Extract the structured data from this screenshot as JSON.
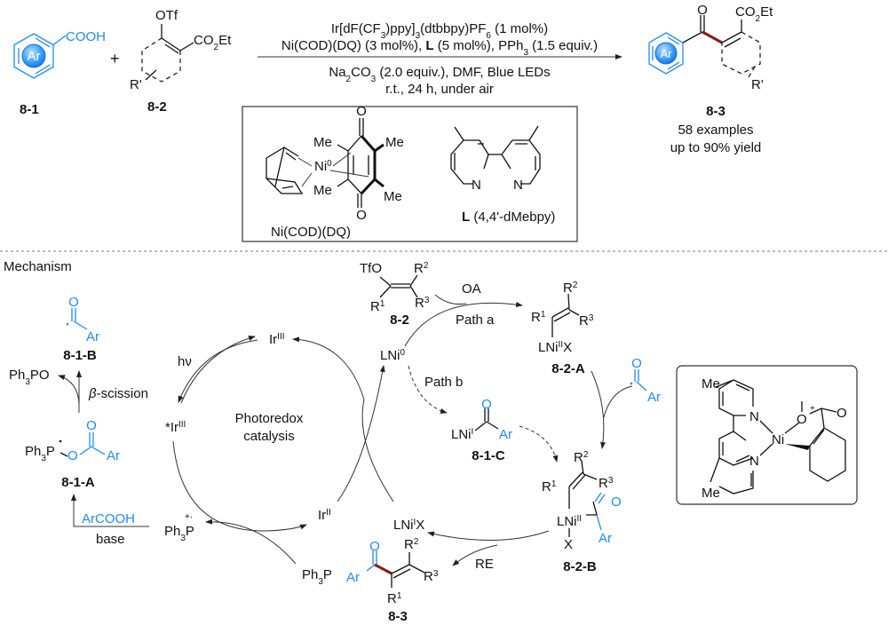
{
  "colors": {
    "accent": "#1a8cff",
    "new_bond": "#8b1a1a"
  },
  "top": {
    "r1": {
      "ar": "Ar",
      "group": "COOH",
      "label": "8-1"
    },
    "plus": "+",
    "r2": {
      "otf": "OTf",
      "co": "CO",
      "two": "2",
      "et": "Et",
      "rprime": "R'",
      "label": "8-2"
    },
    "cond": {
      "l1": [
        "Ir[dF(CF",
        "3",
        ")ppy]",
        "3",
        "(dtbbpy)PF",
        "6",
        " (1 mol%)"
      ],
      "l2": [
        "Ni(COD)(DQ) (3 mol%), ",
        "L",
        " (5 mol%), PPh",
        "3",
        " (1.5 equiv.)"
      ],
      "l3": [
        "Na",
        "2",
        "CO",
        "3",
        " (2.0 equiv.), DMF, Blue LEDs"
      ],
      "l4": "r.t., 24 h, under air"
    },
    "box": {
      "me": "Me",
      "ni": "Ni",
      "ni_ox": "0",
      "o": "O",
      "cat_label": "Ni(COD)(DQ)",
      "n": "N",
      "lig_bold": "L",
      "lig_rest": " (4,4'-dMebpy)"
    },
    "product": {
      "o": "O",
      "co": "CO",
      "two": "2",
      "et": "Et",
      "ar": "Ar",
      "rprime": "R'",
      "label": "8-3",
      "examples": "58 examples",
      "yield": "up to 90% yield"
    }
  },
  "mech": {
    "title": "Mechanism",
    "b1b": {
      "o": "O",
      "ar": "Ar",
      "label": "8-1-B"
    },
    "ph3po": [
      "Ph",
      "3",
      "PO"
    ],
    "beta": [
      "β",
      "-scission"
    ],
    "b1a": {
      "ph": "Ph",
      "three": "3",
      "p": "P",
      "o1": "O",
      "o2": "O",
      "ar": "Ar",
      "label": "8-1-A"
    },
    "arcooh": "ArCOOH",
    "base": "base",
    "ph3p_rad": {
      "ph": "Ph",
      "three": "3",
      "p": "P",
      "charge": "+·"
    },
    "ph3p": {
      "ph": "Ph",
      "three": "3",
      "p": "P"
    },
    "ir3": {
      "ir": "Ir",
      "ox": "III"
    },
    "hv": "hν",
    "ir3ex": {
      "ir": "*Ir",
      "ox": "III"
    },
    "photo1": "Photoredox",
    "photo2": "catalysis",
    "ir2": {
      "ir": "Ir",
      "ox": "II"
    },
    "lni0": {
      "t": "LNi",
      "ox": "0"
    },
    "lni1x": {
      "t": "LNi",
      "ox": "I",
      "x": "X"
    },
    "s82": {
      "tfo": "TfO",
      "r": "R",
      "one": "1",
      "two": "2",
      "three": "3",
      "label": "8-2"
    },
    "oa": "OA",
    "patha": "Path a",
    "pathb": "Path b",
    "re": "RE",
    "s82a": {
      "lni": "LNi",
      "ox": "II",
      "x": "X",
      "label": "8-2-A"
    },
    "s81c": {
      "lni": "LNi",
      "ox": "I",
      "o": "O",
      "ar": "Ar",
      "label": "8-1-C"
    },
    "acyl": {
      "o": "O",
      "ar": "Ar"
    },
    "s82b": {
      "lni": "LNi",
      "ox": "II",
      "x": "X",
      "o": "O",
      "ar": "Ar",
      "label": "8-2-B"
    },
    "p83": {
      "o": "O",
      "ar": "Ar",
      "label": "8-3"
    },
    "inset": {
      "me": "Me",
      "n": "N",
      "ni": "Ni",
      "o": "O",
      "plus": "+"
    }
  }
}
